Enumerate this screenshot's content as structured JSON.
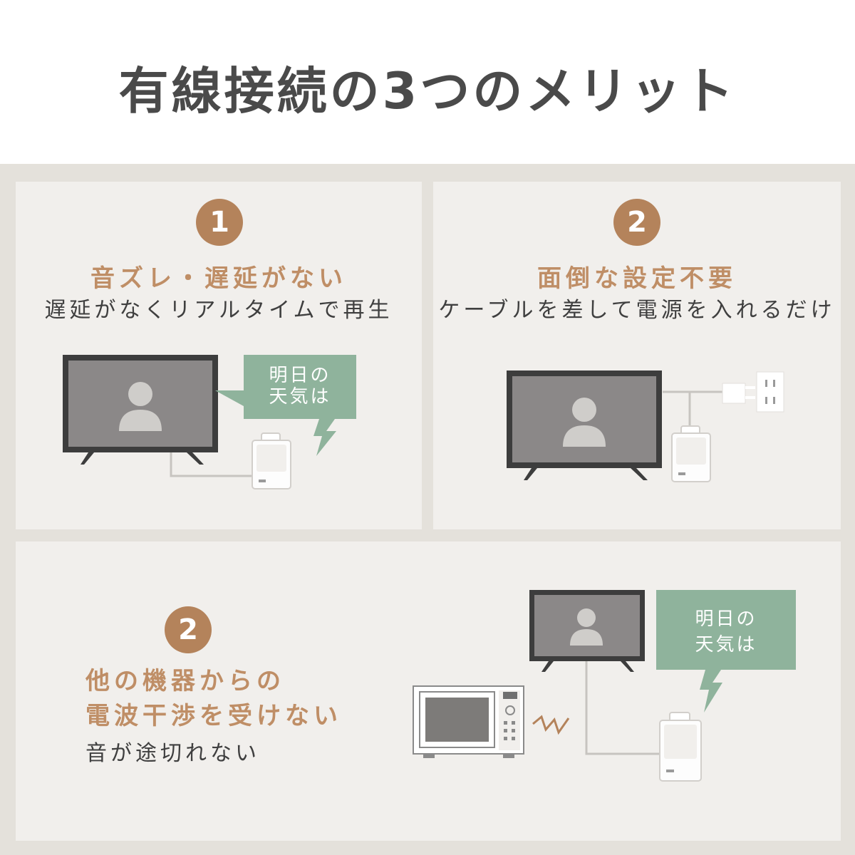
{
  "title": "有線接続の3つのメリット",
  "panels": [
    {
      "number": "1",
      "heading": "音ズレ・遅延がない",
      "subheading": "遅延がなくリアルタイムで再生",
      "bubble": {
        "line1": "明日の",
        "line2": "天気は"
      }
    },
    {
      "number": "2",
      "heading": "面倒な設定不要",
      "subheading": "ケーブルを差して電源を入れるだけ"
    },
    {
      "number": "2",
      "heading_line1": "他の機器からの",
      "heading_line2": "電波干渉を受けない",
      "subheading": "音が途切れない",
      "bubble": {
        "line1": "明日の",
        "line2": "天気は"
      }
    }
  ],
  "colors": {
    "accent": "#b4835b",
    "heading": "#bf8e66",
    "bubble": "#8fb39c",
    "tv_frame": "#3d3d3d",
    "tv_screen": "#8b8888"
  }
}
